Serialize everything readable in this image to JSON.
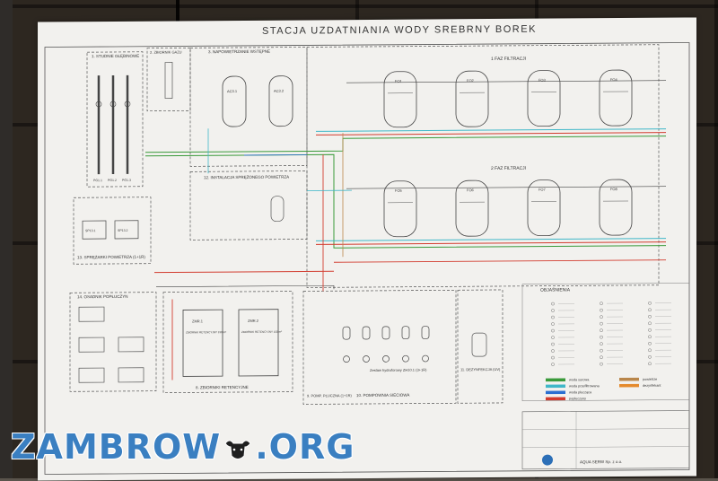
{
  "poster": {
    "title": "STACJA UZDATNIANIA WODY SREBRNY BOREK"
  },
  "sections": {
    "wells": "1. STUDNIE GŁĘBINOWE",
    "tank_gas": "2. ZBIORNIK GAZU",
    "aeration": "3. NAPOWIETRZANIE WSTĘPNE",
    "stage1": "1 FAZ FILTRACJI",
    "stage2": "2 FAZ FILTRACJI",
    "compressed_air": "12. INSTALACJA SPRĘŻONEGO POWIETRZA",
    "compressors": "13. SPRĘŻARKI POWIETRZA (1+1R)",
    "settling": "14. OSADNIK POPŁUCZYN",
    "retention": "8. ZBIORNIKI RETENCYJNE",
    "pumps": "10. POMPOWNIA SIECIOWA",
    "wash_pump": "9. POMP. PŁUCZNA (1+1R)",
    "disinfection": "11. DEZYNFEKCJA (UV)",
    "hydrophore": "Zestaw hydroforowy ZH10.1 (3+1R)"
  },
  "wells_labels": [
    "PG1.1",
    "PG1.2",
    "PG1.3"
  ],
  "aeration_tanks": [
    "AC3.1",
    "AC3.2"
  ],
  "filters_row1": [
    "FO1",
    "FO2",
    "FO3",
    "FO4"
  ],
  "filters_row2": [
    "FO5",
    "FO6",
    "FO7",
    "FO8"
  ],
  "compressor_units": [
    "SP13.1",
    "SP13.2"
  ],
  "retention_tanks": [
    {
      "name": "ZMR.1",
      "desc": "ZBIORNIK RETENCYJNY 150 m³"
    },
    {
      "name": "ZMR.2",
      "desc": "ZBIORNIK RETENCYJNY 150 m³"
    }
  ],
  "legend": {
    "title": "OBJAŚNIENIA",
    "lines": [
      {
        "label": "woda surowa",
        "color": "#3a9a3a"
      },
      {
        "label": "woda przefiltrowana",
        "color": "#3fb7c8"
      },
      {
        "label": "woda płucząca",
        "color": "#2b6fd1"
      },
      {
        "label": "popłuczyny",
        "color": "#d23b2e"
      },
      {
        "label": "powietrze",
        "color": "#b9864a"
      },
      {
        "label": "dezynfekant",
        "color": "#e58a2c"
      }
    ]
  },
  "company": {
    "name": "AQUA SERW Sp. z o.o."
  },
  "watermark": {
    "left": "ZAMBROW",
    "right": ".ORG"
  },
  "colors": {
    "raw": "#3a9a3a",
    "filtered": "#3fb7c8",
    "wash": "#2b6fd1",
    "sludge": "#d23b2e",
    "air": "#b9864a",
    "line": "#444444"
  }
}
